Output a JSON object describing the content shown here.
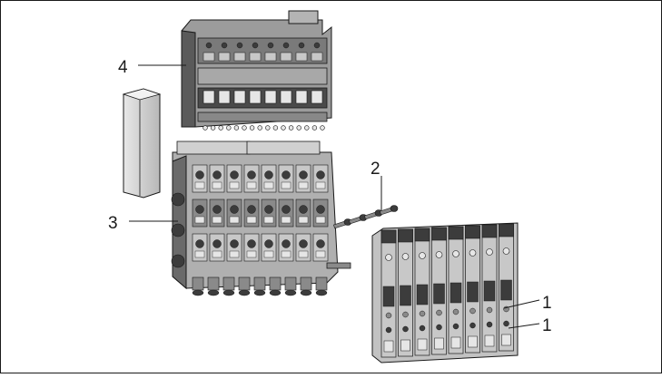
{
  "figure": {
    "callouts": [
      {
        "id": "c4",
        "label": "4"
      },
      {
        "id": "c3",
        "label": "3"
      },
      {
        "id": "c2",
        "label": "2"
      },
      {
        "id": "c1a",
        "label": "1"
      },
      {
        "id": "c1b",
        "label": "1"
      }
    ],
    "colors": {
      "line": "#1a1a1a",
      "dark": "#3c3c3c",
      "mid": "#8a8a8a",
      "light": "#c8c8c8",
      "pale": "#e6e6e6"
    },
    "module_count": 8,
    "screw_count": 4
  }
}
